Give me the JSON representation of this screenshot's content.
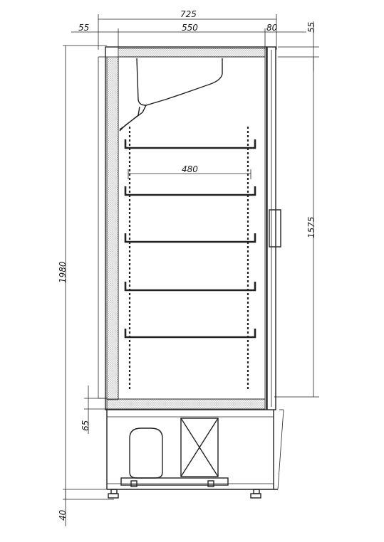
{
  "dimensions": {
    "overall_width": "725",
    "left_insulation": "55",
    "inner_width": "550",
    "door_depth": "80",
    "top_offset": "55",
    "shelf_width": "480",
    "total_height": "1980",
    "door_height": "1575",
    "base_height": "65",
    "foot_height": "40"
  },
  "colors": {
    "line": "#222222",
    "insulation_dot": "#555555",
    "background": "#ffffff"
  }
}
